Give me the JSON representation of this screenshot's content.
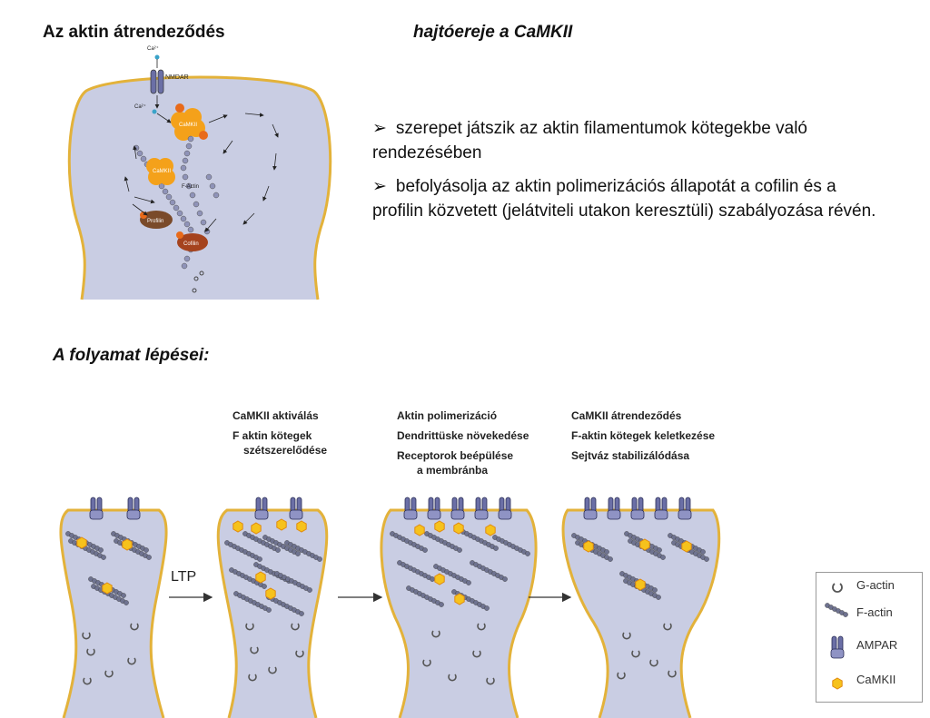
{
  "header": {
    "left_title": "Az aktin átrendeződés",
    "right_title": "hajtóereje a CaMKII"
  },
  "bullets": {
    "marker": "➢",
    "items": [
      "szerepet játszik az aktin filamentumok kötegekbe való rendezésében",
      "befolyásolja az aktin polimerizációs állapotát a cofilin és a profilin közvetett (jelátviteli utakon keresztüli) szabályozása révén."
    ]
  },
  "top_diagram": {
    "labels": {
      "ca1": "Ca²⁺",
      "ca2": "Ca²⁺",
      "nmdar": "NMDAR",
      "camkii_1": "CaMKII",
      "camkii_2": "CaMKII",
      "factin": "F-Actin",
      "profilin": "Profilin",
      "cofilin": "Cofilin",
      "p": "P"
    },
    "colors": {
      "spine_fill": "#c9cde3",
      "membrane": "#e3b23a",
      "camkii": "#f4a11a",
      "profilin": "#7a4a2a",
      "cofilin": "#a5431e"
    }
  },
  "steps": {
    "title": "A folyamat lépései:",
    "ltp_label": "LTP",
    "stage2": [
      "CaMKII aktiválás",
      "F aktin kötegek",
      "szétszerelődése"
    ],
    "stage3": [
      "Aktin polimerizáció",
      "Dendrittüske növekedése",
      "Receptorok beépülése",
      "a membránba"
    ],
    "stage4": [
      "CaMKII átrendeződés",
      "F-aktin kötegek keletkezése",
      "Sejtváz stabilizálódása"
    ]
  },
  "legend": {
    "items": [
      {
        "icon": "g-actin-icon",
        "label": "G-actin"
      },
      {
        "icon": "f-actin-icon",
        "label": "F-actin"
      },
      {
        "icon": "ampar-icon",
        "label": "AMPAR"
      },
      {
        "icon": "camkii-icon",
        "label": "CaMKII"
      }
    ]
  }
}
